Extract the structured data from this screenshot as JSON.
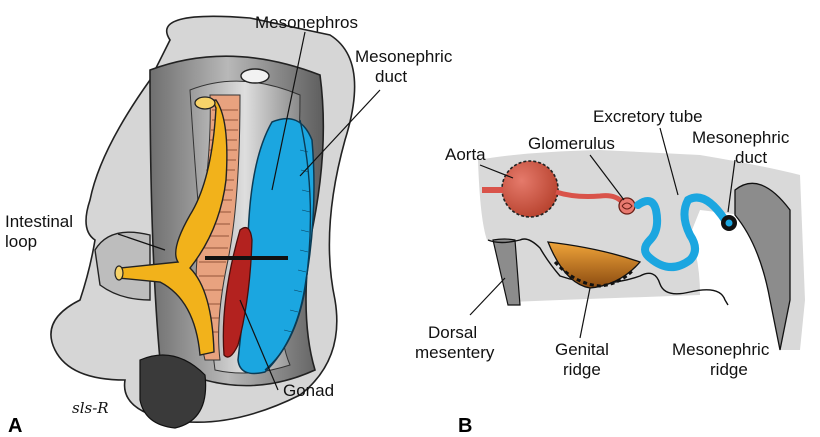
{
  "panel_a": {
    "letter": "A",
    "labels": {
      "mesonephros": "Mesonephros",
      "mesonephric_duct_1": "Mesonephric",
      "mesonephric_duct_2": "duct",
      "intestinal_loop_1": "Intestinal",
      "intestinal_loop_2": "loop",
      "gonad": "Gonad"
    },
    "signature": "sls-R"
  },
  "panel_b": {
    "letter": "B",
    "labels": {
      "aorta": "Aorta",
      "glomerulus": "Glomerulus",
      "excretory_tube": "Excretory tube",
      "mesonephric_duct_1": "Mesonephric",
      "mesonephric_duct_2": "duct",
      "dorsal_mesentery_1": "Dorsal",
      "dorsal_mesentery_2": "mesentery",
      "genital_ridge_1": "Genital",
      "genital_ridge_2": "ridge",
      "mesonephric_ridge_1": "Mesonephric",
      "mesonephric_ridge_2": "ridge"
    }
  },
  "colors": {
    "body_gray": "#8c8c8c",
    "light_gray": "#d9d9d9",
    "intestine_yellow": "#f2b21b",
    "mesentery_salmon": "#e8a27f",
    "mesonephros_blue": "#1ba6e0",
    "gonad_red": "#b3221f",
    "aorta_red": "#d9534a",
    "genital_orange": "#e8962b"
  }
}
